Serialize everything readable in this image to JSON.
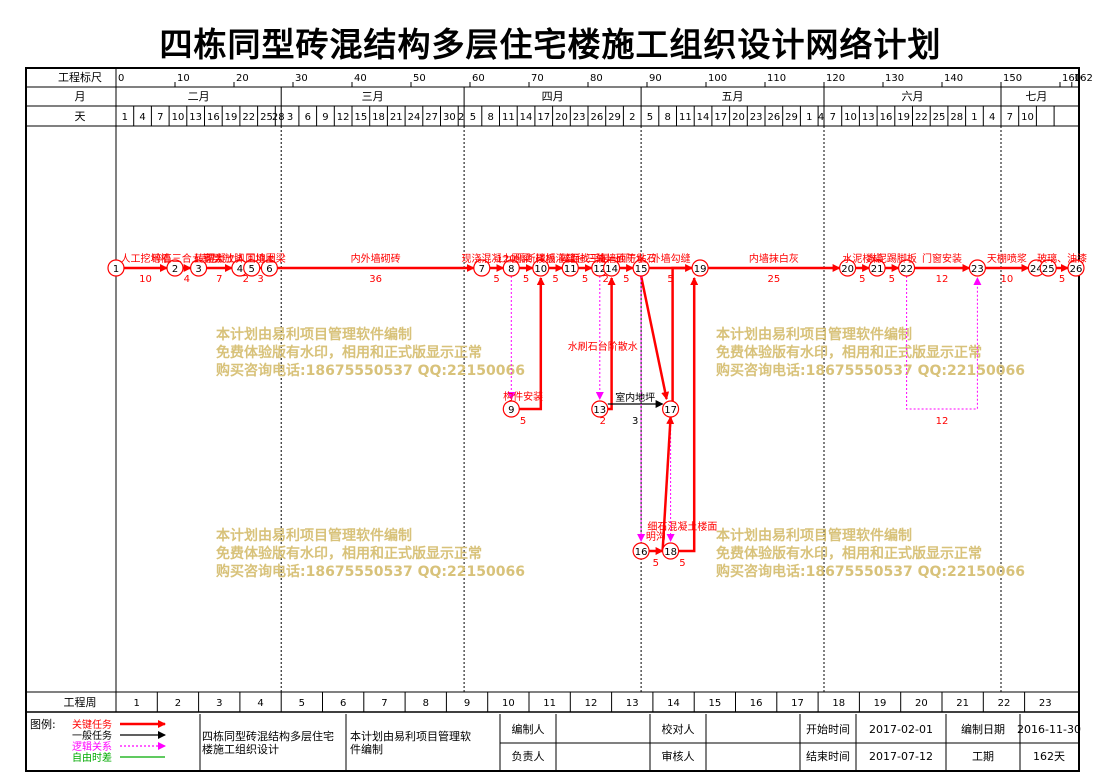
{
  "title": "四栋同型砖混结构多层住宅楼施工组织设计网络计划",
  "header": {
    "scale_label": "工程标尺",
    "scale_ticks": [
      0,
      10,
      20,
      30,
      40,
      50,
      60,
      70,
      80,
      90,
      100,
      110,
      120,
      130,
      140,
      150,
      160,
      162
    ],
    "month_label": "月",
    "months": [
      "二月",
      "三月",
      "四月",
      "五月",
      "六月",
      "七月"
    ],
    "day_label": "天",
    "days": [
      "1",
      "4",
      "7",
      "10",
      "13",
      "16",
      "19",
      "22",
      "25",
      "28",
      "3",
      "6",
      "9",
      "12",
      "15",
      "18",
      "21",
      "24",
      "27",
      "30",
      "2",
      "5",
      "8",
      "11",
      "14",
      "17",
      "20",
      "23",
      "26",
      "29",
      "2",
      "5",
      "8",
      "11",
      "14",
      "17",
      "20",
      "23",
      "26",
      "29",
      "1",
      "4",
      "7",
      "10",
      "13",
      "16",
      "19",
      "22",
      "25",
      "28",
      "1",
      "4",
      "7",
      "10"
    ]
  },
  "footer": {
    "week_label": "工程周",
    "weeks": [
      "1",
      "2",
      "3",
      "4",
      "5",
      "6",
      "7",
      "8",
      "9",
      "10",
      "11",
      "12",
      "13",
      "14",
      "15",
      "16",
      "17",
      "18",
      "19",
      "20",
      "21",
      "22",
      "23"
    ]
  },
  "nodes": [
    "1",
    "2",
    "3",
    "4",
    "5",
    "6",
    "7",
    "8",
    "9",
    "10",
    "11",
    "12",
    "13",
    "14",
    "15",
    "16",
    "17",
    "18",
    "19",
    "20",
    "21",
    "22",
    "23",
    "24",
    "25",
    "26"
  ],
  "tasks": [
    {
      "name": "人工挖地槽",
      "duration": "10"
    },
    {
      "name": "碎石三合土垫层",
      "duration": "4"
    },
    {
      "name": "砖砌大放脚",
      "duration": "7"
    },
    {
      "name": "混凝土人工地圈梁",
      "duration": "2"
    },
    {
      "name": "回填土",
      "duration": "3"
    },
    {
      "name": "内外墙砌砖",
      "duration": "36"
    },
    {
      "name": "现浇混凝土圈梁",
      "duration": "5"
    },
    {
      "name": "120隔断砖墙",
      "duration": "5"
    },
    {
      "name": "楼板灌缝",
      "duration": "5"
    },
    {
      "name": "构件安装",
      "duration": "5"
    },
    {
      "name": "屋面找平层",
      "duration": "5"
    },
    {
      "name": "二毡三油一砂防水",
      "duration": "2"
    },
    {
      "name": "外墙面干粘石",
      "duration": "5"
    },
    {
      "name": "水刷石台阶散水",
      "duration": "2"
    },
    {
      "name": "室内地坪",
      "duration": "3"
    },
    {
      "name": "外墙勾缝",
      "duration": "5"
    },
    {
      "name": "水泥地面",
      "duration": "5"
    },
    {
      "name": "明沟",
      "duration": "5"
    },
    {
      "name": "细石混凝土楼面",
      "duration": "5"
    },
    {
      "name": "内墙抹白灰",
      "duration": "25"
    },
    {
      "name": "水泥楼梯",
      "duration": "5"
    },
    {
      "name": "水泥踢脚板",
      "duration": "5"
    },
    {
      "name": "门窗安装",
      "duration": "12"
    },
    {
      "name": "天棚喷浆",
      "duration": "10"
    },
    {
      "name": "玻璃、油漆",
      "duration": "5"
    },
    {
      "name": "free_float_22_23",
      "duration": "12"
    }
  ],
  "watermark": {
    "line1": "本计划由易利项目管理软件编制",
    "line2": "免费体验版有水印，相用和正式版显示正常",
    "line3": "购买咨询电话:18675550537 QQ:22150066"
  },
  "legend": {
    "label": "图例:",
    "items": [
      {
        "label": "关键任务",
        "color": "#ff0000"
      },
      {
        "label": "一般任务",
        "color": "#000000"
      },
      {
        "label": "逻辑关系",
        "color": "#ff00ff"
      },
      {
        "label": "自由时差",
        "color": "#00aa00"
      }
    ]
  },
  "info": {
    "project_name": "四栋同型砖混结构多层住宅楼施工组织设计",
    "software": "本计划由易利项目管理软件编制",
    "compiler_label": "编制人",
    "compiler_value": "",
    "checker_label": "校对人",
    "checker_value": "",
    "start_label": "开始时间",
    "start_value": "2017-02-01",
    "date_label": "编制日期",
    "date_value": "2016-11-30",
    "owner_label": "负责人",
    "owner_value": "",
    "reviewer_label": "审核人",
    "reviewer_value": "",
    "end_label": "结束时间",
    "end_value": "2017-07-12",
    "duration_label": "工期",
    "duration_value": "162天"
  },
  "colors": {
    "critical": "#ff0000",
    "normal": "#000000",
    "logic": "#ff00ff",
    "float": "#00aa00",
    "watermark": "#d8c27a"
  }
}
